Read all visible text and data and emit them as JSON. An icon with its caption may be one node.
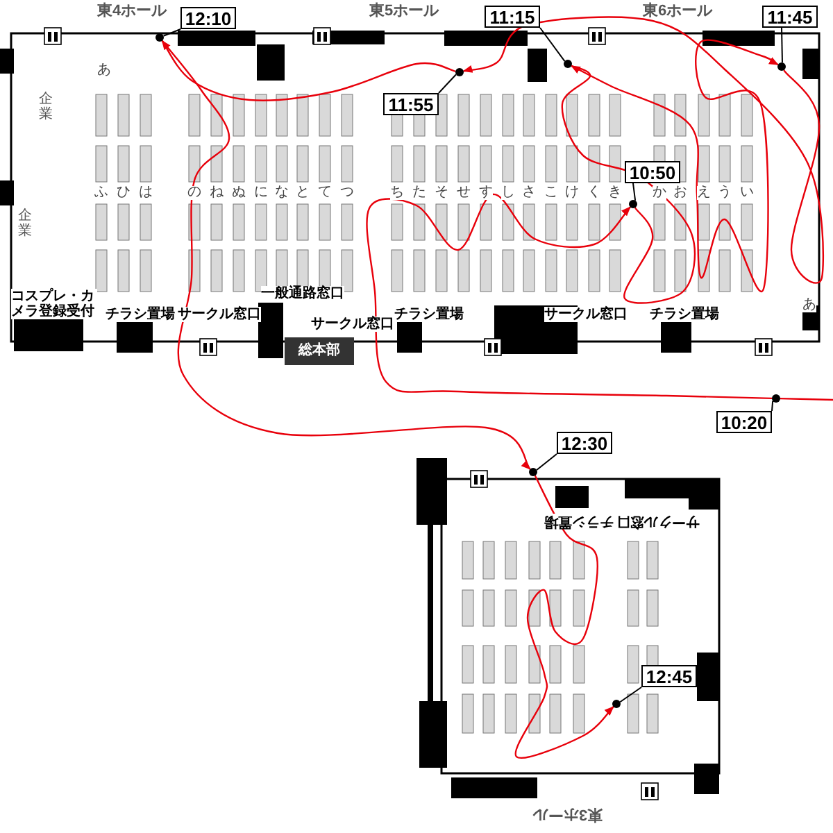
{
  "diagram": {
    "nodes": [
      {
        "text": [
          "12:10"
        ]
      },
      {
        "text": [
          "11:15"
        ]
      },
      {
        "text": [
          "11:45"
        ]
      },
      {
        "text": [
          "11:55"
        ]
      },
      {
        "text": [
          "10:50"
        ]
      },
      {
        "text": [
          "10:20"
        ]
      },
      {
        "text": [
          "12:30"
        ]
      },
      {
        "text": [
          "12:45"
        ]
      },
      {
        "text": [],
        "shape": "circle"
      },
      {
        "text": [],
        "shape": "circle"
      },
      {
        "text": [],
        "shape": "circle"
      },
      {
        "text": [],
        "shape": "circle"
      },
      {
        "text": [],
        "shape": "circle"
      },
      {
        "text": [],
        "shape": "circle"
      },
      {
        "text": [],
        "shape": "circle"
      },
      {
        "text": [],
        "shape": "circle"
      },
      {
        "text": [
          "総本部"
        ]
      }
    ],
    "edges": [
      {
        "from": 0,
        "to": 8,
        "arrow": "none"
      },
      {
        "from": 1,
        "to": 9,
        "arrow": "none"
      },
      {
        "from": 2,
        "to": 10,
        "arrow": "none"
      },
      {
        "from": 3,
        "to": 11,
        "arrow": "none"
      },
      {
        "from": 4,
        "to": 12,
        "arrow": "none"
      },
      {
        "from": 5,
        "to": 13,
        "arrow": "none"
      },
      {
        "from": 6,
        "to": 14,
        "arrow": "none"
      },
      {
        "from": 7,
        "to": 15,
        "arrow": "none"
      },
      {
        "from": null,
        "to": 13,
        "arrow": "none",
        "color": "#e8000b"
      },
      {
        "from": 13,
        "to": 12,
        "arrow": "to",
        "color": "#e8000b"
      },
      {
        "from": 12,
        "to": 9,
        "arrow": "to",
        "color": "#e8000b"
      },
      {
        "from": 9,
        "to": 10,
        "arrow": "to",
        "color": "#e8000b"
      },
      {
        "from": 10,
        "to": 11,
        "arrow": "to",
        "color": "#e8000b"
      },
      {
        "from": 11,
        "to": 8,
        "arrow": "to",
        "color": "#e8000b"
      },
      {
        "from": 8,
        "to": 14,
        "arrow": "to",
        "color": "#e8000b"
      },
      {
        "from": 14,
        "to": 15,
        "arrow": "to",
        "color": "#e8000b"
      }
    ],
    "labels": [
      "東4ホール",
      "東5ホール",
      "東6ホール",
      "あ",
      "企業",
      "企業",
      "ふ",
      "ひ",
      "は",
      "の",
      "ね",
      "ぬ",
      "に",
      "な",
      "と",
      "て",
      "つ",
      "ち",
      "た",
      "そ",
      "せ",
      "す",
      "し",
      "さ",
      "こ",
      "け",
      "く",
      "き",
      "か",
      "お",
      "え",
      "う",
      "い",
      "あ",
      "コスプレ・カメラ登録受付",
      "チラシ置場",
      "サークル窓口",
      "一般通路窓口",
      "サークル窓口",
      "チラシ置場",
      "サークル窓口",
      "チラシ置場",
      "チラシ置場",
      "サークル窓口",
      "東3ホール"
    ]
  }
}
